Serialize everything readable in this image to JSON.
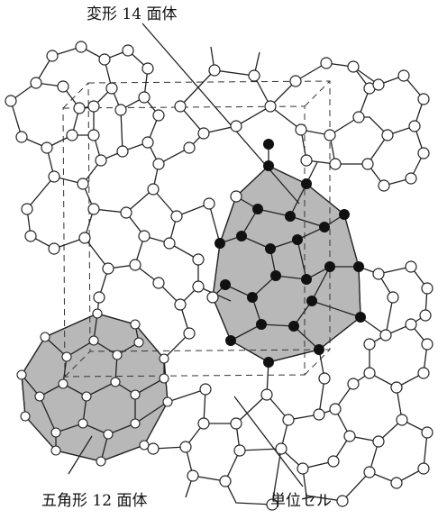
{
  "figure": {
    "labels": {
      "tetrakaidecahedron": "変形 14 面体",
      "dodecahedron": "五角形 12 面体",
      "unit_cell": "単位セル"
    },
    "colors": {
      "line": "#222222",
      "cage_fill": "#b8b8b8",
      "open_node": "#ffffff",
      "filled_node": "#111111",
      "unit_cell": "#333333"
    }
  }
}
